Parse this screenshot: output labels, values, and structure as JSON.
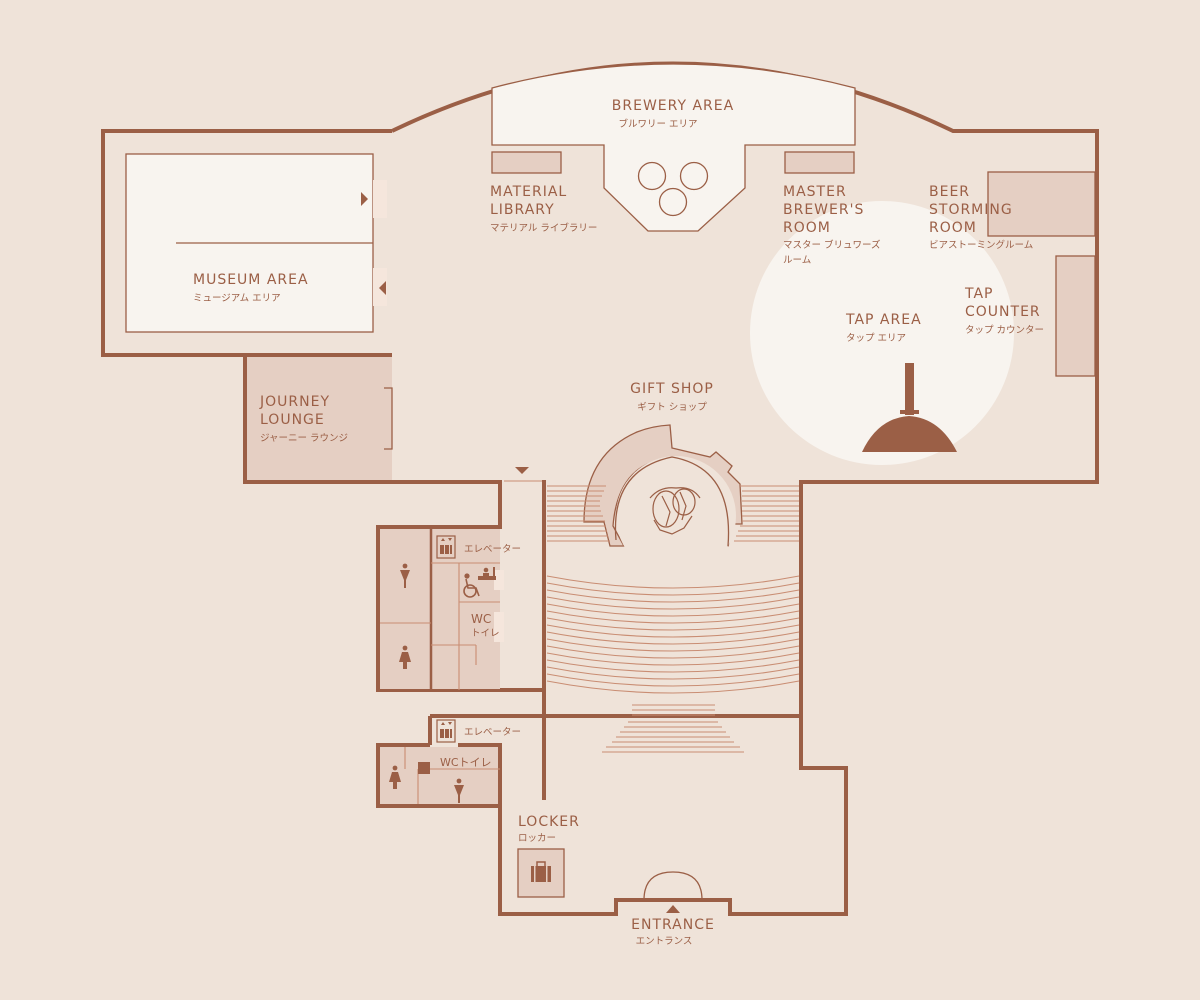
{
  "colors": {
    "background": "#efe3d9",
    "wall": "#9b5f46",
    "room_fill": "#e5cfc3",
    "light_area": "#f8f4ef",
    "text": "#9b5f46"
  },
  "areas": {
    "brewery": {
      "en": "BREWERY AREA",
      "jp": "ブルワリー エリア"
    },
    "material_library": {
      "en_line1": "MATERIAL",
      "en_line2": "LIBRARY",
      "jp": "マテリアル ライブラリー"
    },
    "master_brewers_room": {
      "en_line1": "MASTER",
      "en_line2": "BREWER'S",
      "en_line3": "ROOM",
      "jp_line1": "マスター ブリュワーズ",
      "jp_line2": "ルーム"
    },
    "beer_storming_room": {
      "en_line1": "BEER",
      "en_line2": "STORMING",
      "en_line3": "ROOM",
      "jp": "ビアストーミングルーム"
    },
    "museum": {
      "en": "MUSEUM AREA",
      "jp": "ミュージアム エリア"
    },
    "tap_area": {
      "en": "TAP AREA",
      "jp": "タップ エリア"
    },
    "tap_counter": {
      "en_line1": "TAP",
      "en_line2": "COUNTER",
      "jp": "タップ カウンター"
    },
    "journey_lounge": {
      "en_line1": "JOURNEY",
      "en_line2": "LOUNGE",
      "jp": "ジャーニー ラウンジ"
    },
    "gift_shop": {
      "en": "GIFT SHOP",
      "jp": "ギフト ショップ"
    },
    "locker": {
      "en": "LOCKER",
      "jp": "ロッカー"
    },
    "entrance": {
      "en": "ENTRANCE",
      "jp": "エントランス"
    }
  },
  "facilities": {
    "elevator_upper": "エレベーター",
    "elevator_lower": "エレベーター",
    "wc_upper_en": "WC",
    "wc_upper_jp": "トイレ",
    "wc_lower": "WCトイレ"
  },
  "icons": [
    "elevator-icon",
    "wheelchair-icon",
    "baby-changing-icon",
    "male-icon",
    "female-icon",
    "locker-icon",
    "direction-arrow-icon"
  ]
}
